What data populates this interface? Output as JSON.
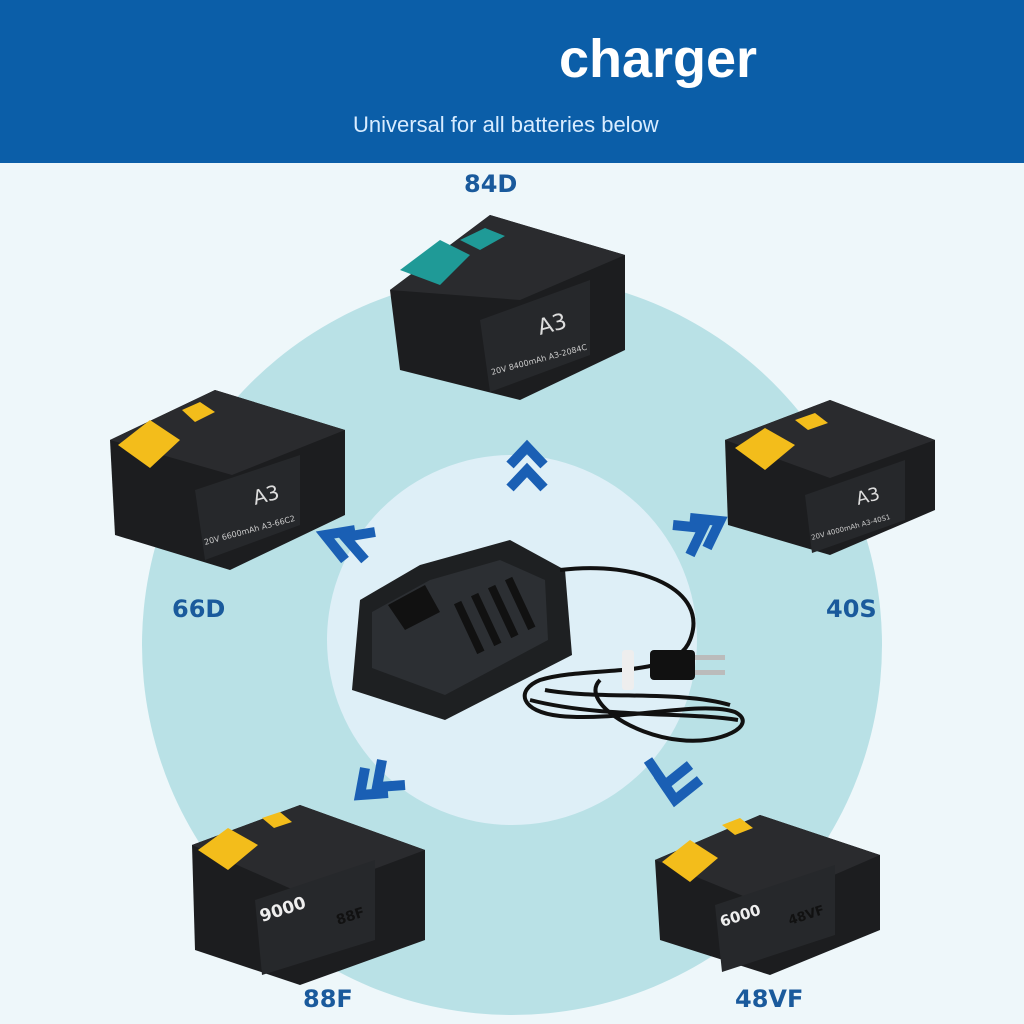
{
  "header": {
    "title": "charger",
    "subtitle": "Universal for all batteries below"
  },
  "batteries": [
    {
      "id": "84d",
      "label": "84D",
      "face": "A3",
      "spec": "20V 8400mAh A3-2084C",
      "accent": "#1f9a97"
    },
    {
      "id": "66d",
      "label": "66D",
      "face": "A3",
      "spec": "20V 6600mAh A3-66C2",
      "accent": "#f3bd1b"
    },
    {
      "id": "40s",
      "label": "40S",
      "face": "A3",
      "spec": "20V 4000mAh A3-40S1",
      "accent": "#f3bd1b"
    },
    {
      "id": "88f",
      "label": "88F",
      "face": "9000",
      "spec": "88F",
      "accent": "#f3bd1b"
    },
    {
      "id": "48vf",
      "label": "48VF",
      "face": "6000",
      "spec": "48VF",
      "accent": "#f3bd1b"
    }
  ],
  "colors": {
    "header_bg": "#0b5ea8",
    "circle_outer": "#b9e1e6",
    "circle_inner": "#deeff7",
    "arrow": "#1a5fb4",
    "label": "#1a5a9c"
  }
}
